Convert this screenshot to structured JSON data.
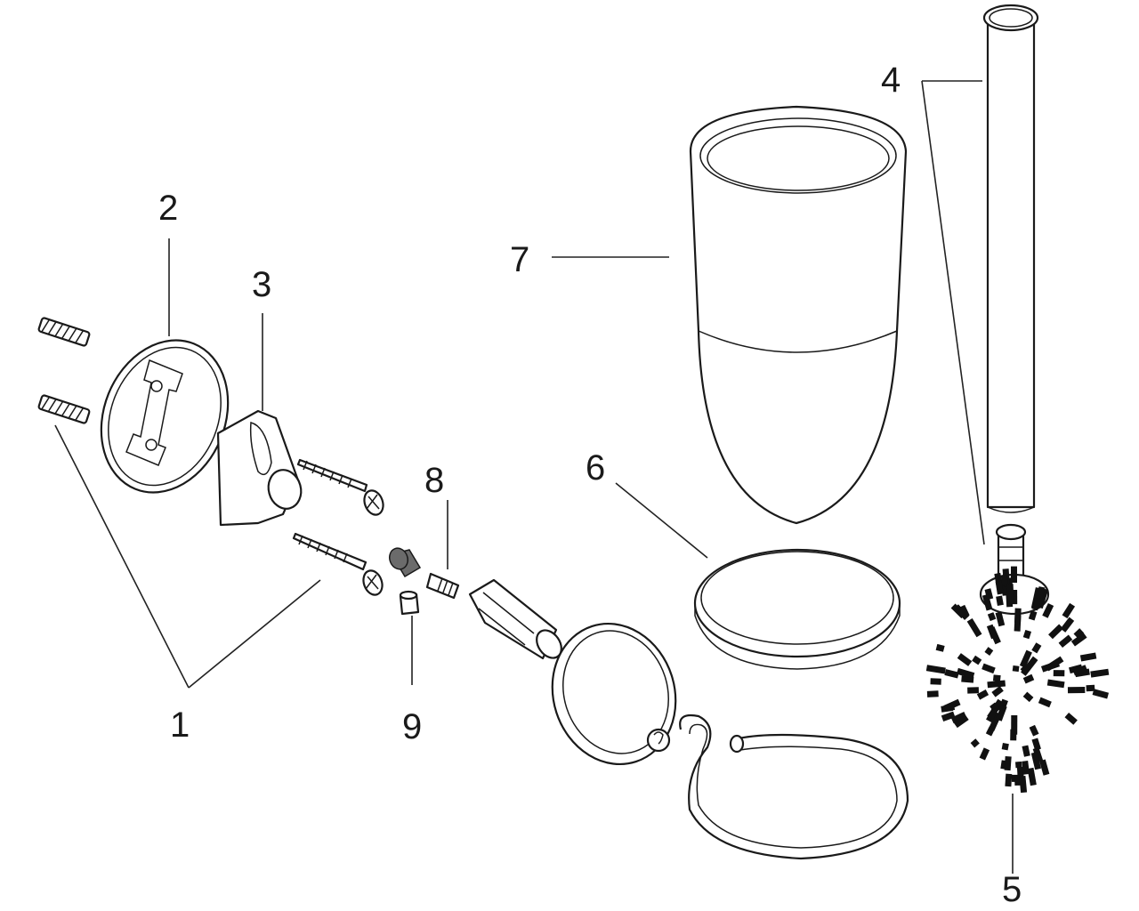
{
  "callouts": {
    "c1": "1",
    "c2": "2",
    "c3": "3",
    "c4": "4",
    "c5": "5",
    "c6": "6",
    "c7": "7",
    "c8": "8",
    "c9": "9"
  },
  "colors": {
    "line": "#1a1a1a",
    "background": "#ffffff",
    "bristles": "#111111",
    "shaded": "#6b6b6b"
  }
}
